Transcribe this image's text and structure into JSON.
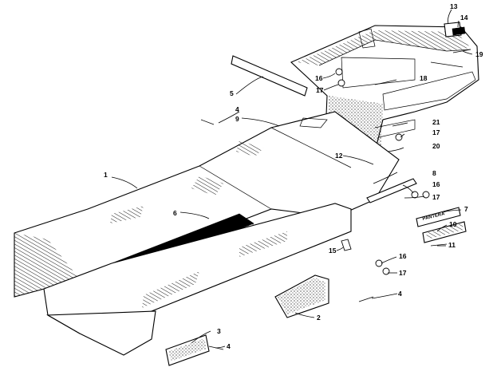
{
  "callouts": {
    "c1": "1",
    "c2": "2",
    "c3": "3",
    "c4a": "4",
    "c4b": "4",
    "c4c": "4",
    "c5": "5",
    "c6": "6",
    "c7": "7",
    "c8": "8",
    "c9": "9",
    "c10": "10",
    "c11": "11",
    "c12": "12",
    "c13": "13",
    "c14": "14",
    "c15": "15",
    "c16a": "16",
    "c16b": "16",
    "c16c": "16",
    "c17a": "17",
    "c17b": "17",
    "c17c": "17",
    "c17d": "17",
    "c18": "18",
    "c19": "19",
    "c20": "20",
    "c21": "21"
  },
  "decals": {
    "tag7": "PANTERA",
    "tag10": ""
  }
}
